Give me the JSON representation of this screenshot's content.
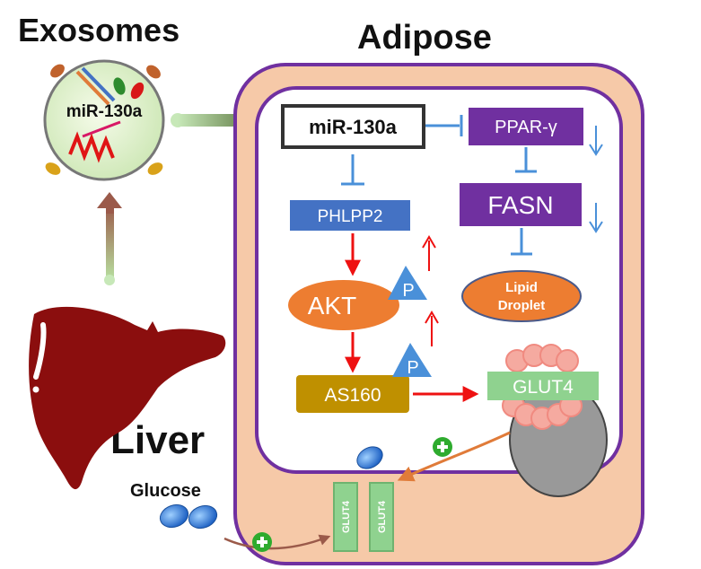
{
  "titles": {
    "exosomes": "Exosomes",
    "adipose": "Adipose",
    "liver": "Liver"
  },
  "exosome": {
    "label": "miR-130a"
  },
  "nodes": {
    "mir130a": "miR-130a",
    "pparg": "PPAR-γ",
    "fasn": "FASN",
    "phlpp2": "PHLPP2",
    "akt": "AKT",
    "as160": "AS160",
    "glut4_vesicle": "GLUT4",
    "lipid_droplet_line1": "Lipid",
    "lipid_droplet_line2": "Droplet",
    "glut4_membrane_1": "GLUT4",
    "glut4_membrane_2": "GLUT4"
  },
  "phospho": {
    "akt_p": "P",
    "as160_p": "P"
  },
  "glucose": {
    "label": "Glucose"
  },
  "colors": {
    "purple": "#7030a0",
    "blue": "#4472c4",
    "orange": "#ed7d31",
    "gold": "#bf9000",
    "green_light": "#8fd28f",
    "liver": "#8b0e0e",
    "cell_fill": "#f6c9a8",
    "red_arrow": "#ee1111"
  }
}
